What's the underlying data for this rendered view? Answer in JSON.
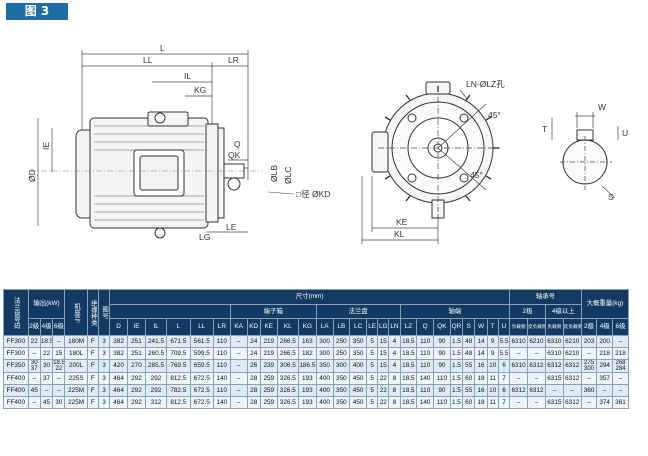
{
  "figure_label": "图 3",
  "drawing": {
    "side_view_dims": [
      "L",
      "LL",
      "LR",
      "IL",
      "KG",
      "ØD",
      "IE",
      "Q",
      "QK",
      "ØLB",
      "ØLC",
      "LG",
      "LE",
      "□径 ØKD"
    ],
    "front_view_dims": [
      "LN-ØLZ孔",
      "45°",
      "45°",
      "KE",
      "KL"
    ],
    "shaft_dims": [
      "W",
      "T",
      "U",
      "S"
    ]
  },
  "table": {
    "header_row1": {
      "model": "法兰盘号码",
      "output": "输出(kW)",
      "frame": "机座号",
      "insulation": "绝缘种类",
      "figure": "图号",
      "dimensions": "尺寸(mm)",
      "bearing": "轴承号",
      "weight": "大概重量(kg)"
    },
    "header_row2": {
      "terminal_box": "端子箱",
      "flange": "法兰盘",
      "shaft": "轴端",
      "bearing_2pole": "2极",
      "bearing_4pole": "4级以上"
    },
    "header_row3": [
      "2级",
      "4级",
      "6级",
      "D",
      "IE",
      "IL",
      "L",
      "LL",
      "LR",
      "KA",
      "KD",
      "KE",
      "KL",
      "KG",
      "LA",
      "LB",
      "LC",
      "LE",
      "LG",
      "LN",
      "LZ",
      "Q",
      "QK",
      "QR",
      "S",
      "W",
      "T",
      "U",
      "负载侧",
      "反负载侧",
      "负载侧",
      "反负载侧",
      "2极",
      "4级",
      "6级"
    ],
    "rows": [
      [
        "FF300",
        "22",
        "18.5",
        "–",
        "180M",
        "F",
        "3",
        "382",
        "251",
        "241.5",
        "671.5",
        "561.5",
        "110",
        "–",
        "24",
        "219",
        "266.5",
        "163",
        "300",
        "250",
        "350",
        "5",
        "15",
        "4",
        "18.5",
        "110",
        "90",
        "1.5",
        "48",
        "14",
        "9",
        "5.5",
        "6310",
        "6210",
        "6310",
        "6210",
        "203",
        "200",
        "–"
      ],
      [
        "FF300",
        "–",
        "22",
        "15",
        "180L",
        "F",
        "3",
        "382",
        "251",
        "260.5",
        "709.5",
        "599.5",
        "110",
        "–",
        "24",
        "219",
        "266.5",
        "182",
        "300",
        "250",
        "350",
        "5",
        "15",
        "4",
        "18.5",
        "110",
        "90",
        "1.5",
        "48",
        "14",
        "9",
        "5.5",
        "–",
        "–",
        "6310",
        "6210",
        "–",
        "218",
        "218"
      ],
      [
        "FF350",
        "30\n37",
        "30",
        "18.5\n22",
        "200L",
        "F",
        "3",
        "420",
        "270",
        "285.5",
        "769.5",
        "659.5",
        "110",
        "–",
        "26",
        "239",
        "306.5",
        "186.5",
        "350",
        "300",
        "400",
        "5",
        "15",
        "4",
        "18.5",
        "110",
        "90",
        "1.5",
        "55",
        "16",
        "10",
        "6",
        "6310",
        "6312",
        "6312",
        "6312",
        "275\n300",
        "294",
        "268\n284"
      ],
      [
        "FF400",
        "–",
        "37",
        "–",
        "225S",
        "F",
        "3",
        "464",
        "292",
        "292",
        "812.5",
        "672.5",
        "140",
        "–",
        "28",
        "259",
        "326.5",
        "193",
        "400",
        "350",
        "450",
        "5",
        "22",
        "8",
        "18.5",
        "140",
        "110",
        "1.5",
        "60",
        "18",
        "11",
        "7",
        "–",
        "–",
        "6315",
        "6312",
        "–",
        "357",
        "–"
      ],
      [
        "FF400",
        "45",
        "–",
        "–",
        "225M",
        "F",
        "3",
        "464",
        "292",
        "292",
        "782.5",
        "672.5",
        "110",
        "–",
        "28",
        "259",
        "326.5",
        "193",
        "400",
        "350",
        "450",
        "5",
        "22",
        "8",
        "18.5",
        "110",
        "90",
        "1.5",
        "55",
        "16",
        "10",
        "6",
        "6312",
        "6312",
        "–",
        "–",
        "360",
        "–",
        "–"
      ],
      [
        "FF400",
        "–",
        "45",
        "30",
        "225M",
        "F",
        "3",
        "464",
        "292",
        "312",
        "812.5",
        "672.5",
        "140",
        "–",
        "28",
        "259",
        "326.5",
        "193",
        "400",
        "350",
        "450",
        "5",
        "22",
        "8",
        "18.5",
        "140",
        "110",
        "1.5",
        "60",
        "18",
        "11",
        "7",
        "–",
        "–",
        "6315",
        "6312",
        "–",
        "374",
        "361"
      ]
    ]
  }
}
